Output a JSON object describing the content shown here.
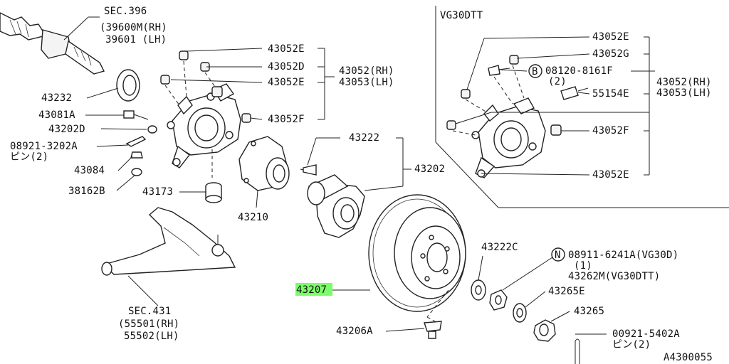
{
  "diagram_id": "A4300055",
  "inset_title": "VG30DTT",
  "labels": {
    "sec396": "SEC.396",
    "p39600m": "(39600M(RH)",
    "p39601": "39601 (LH)",
    "p43232": "43232",
    "p43081a": "43081A",
    "p43202d": "43202D",
    "p08921_3202a": "08921-3202A",
    "pin2_a": "ピン(2)",
    "p43084": "43084",
    "p38162b": "38162B",
    "p43173": "43173",
    "p43210": "43210",
    "p43052e_1": "43052E",
    "p43052d": "43052D",
    "p43052e_2": "43052E",
    "p43052f": "43052F",
    "p43052rh": "43052(RH)",
    "p43053lh": "43053(LH)",
    "p43222": "43222",
    "p43202": "43202",
    "p43207": "43207",
    "p43206a": "43206A",
    "p43222c": "43222C",
    "p08911": "08911-6241A(VG30D)",
    "p08911_qty": "(1)",
    "p43262m": "43262M(VG30DTT)",
    "p43265e": "43265E",
    "p43265": "43265",
    "p00921": "00921-5402A",
    "pin2_b": "ピン(2)",
    "sec431": "SEC.431",
    "p55501": "(55501(RH)",
    "p55502": "55502(LH)",
    "v43052e_1": "43052E",
    "v43052g": "43052G",
    "v08120": "08120-8161F",
    "v08120_qty": "(2)",
    "v55154e": "55154E",
    "v43052f": "43052F",
    "v43052e_2": "43052E",
    "v43052rh": "43052(RH)",
    "v43053lh": "43053(LH)"
  },
  "badges": {
    "b": "B",
    "n": "N"
  },
  "highlight": {
    "part": "43207",
    "color": "#7CFC6A"
  }
}
